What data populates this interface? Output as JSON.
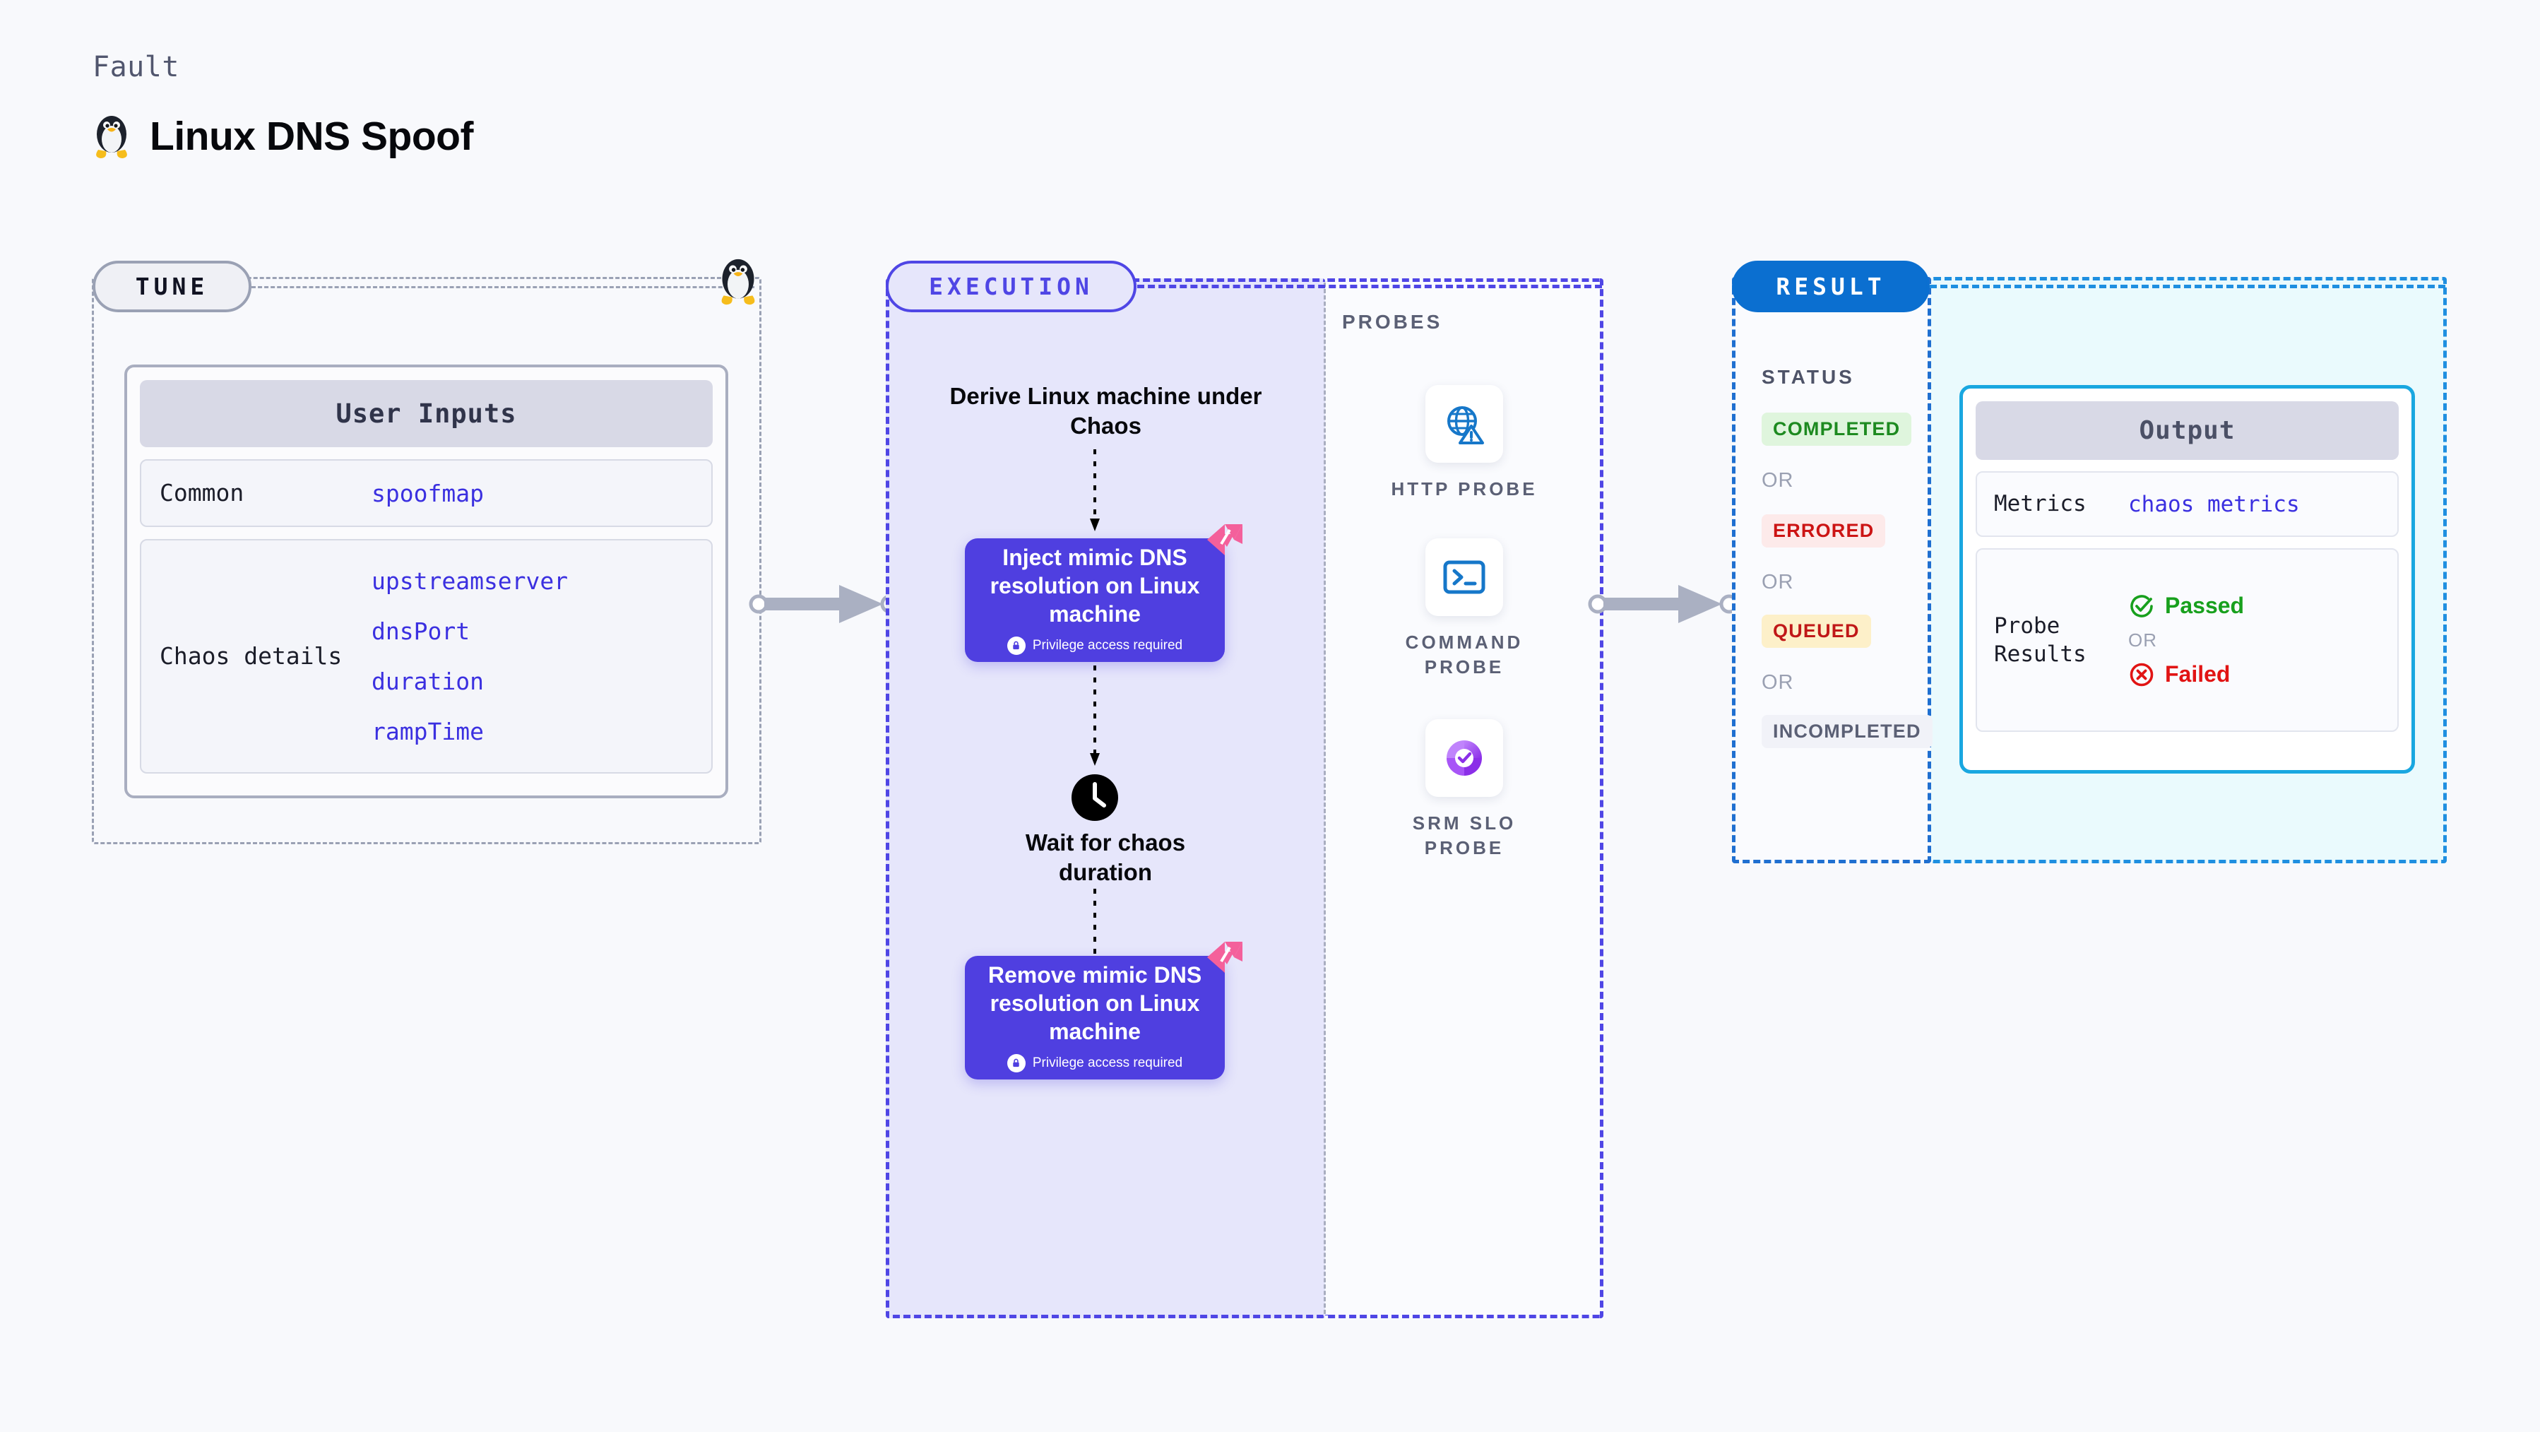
{
  "header": {
    "eyebrow": "Fault",
    "title": "Linux DNS Spoof",
    "icon": "linux-tux-icon"
  },
  "tune": {
    "pill_label": "TUNE",
    "card_title": "User Inputs",
    "rows": [
      {
        "key": "Common",
        "values": [
          "spoofmap"
        ]
      },
      {
        "key": "Chaos details",
        "values": [
          "upstreamserver",
          "dnsPort",
          "duration",
          "rampTime"
        ]
      }
    ]
  },
  "execution": {
    "pill_label": "EXECUTION",
    "derive_step": "Derive Linux machine under Chaos",
    "inject_step": {
      "title": "Inject mimic DNS resolution on Linux machine",
      "note": "Privilege access required"
    },
    "wait_step": "Wait for chaos duration",
    "remove_step": {
      "title": "Remove mimic DNS resolution on Linux machine",
      "note": "Privilege access required"
    }
  },
  "probes": {
    "label": "PROBES",
    "items": [
      {
        "label": "HTTP PROBE",
        "icon": "globe-warning-icon"
      },
      {
        "label": "COMMAND PROBE",
        "icon": "terminal-icon"
      },
      {
        "label": "SRM SLO PROBE",
        "icon": "slo-check-icon"
      }
    ]
  },
  "result": {
    "pill_label": "RESULT",
    "status_label": "STATUS",
    "or_label": "OR",
    "statuses": [
      {
        "label": "COMPLETED",
        "color": "#1d8a20",
        "bg": "#dff5dd"
      },
      {
        "label": "ERRORED",
        "color": "#cc1414",
        "bg": "#fdeaea"
      },
      {
        "label": "QUEUED",
        "color": "#c01818",
        "bg": "#fdf0c9"
      },
      {
        "label": "INCOMPLETED",
        "color": "#5b6075",
        "bg": "#f1f2f8"
      }
    ],
    "output": {
      "title": "Output",
      "metrics_key": "Metrics",
      "metrics_value": "chaos metrics",
      "probe_key": "Probe Results",
      "passed_label": "Passed",
      "failed_label": "Failed",
      "or_label": "OR",
      "passed_color": "#18a01d",
      "failed_color": "#e11414"
    }
  },
  "colors": {
    "canvas": "#f8f9fc",
    "accent_purple": "#4f46e5",
    "chaos_box": "#4f3fe0",
    "accent_blue": "#0b6fd0",
    "accent_cyan": "#19a7e0",
    "mono_value": "#3b30e0",
    "connector_gray": "#aab0c2",
    "logo_pink": "#f4609b"
  }
}
